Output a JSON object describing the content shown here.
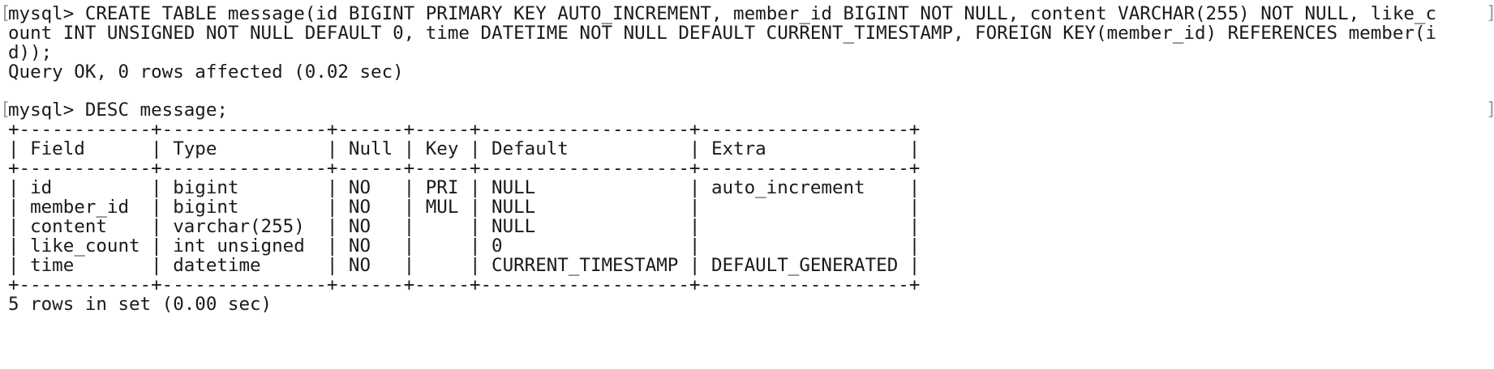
{
  "terminal": {
    "prompt": "mysql>",
    "create_cmd_line1": "CREATE TABLE message(id BIGINT PRIMARY KEY AUTO_INCREMENT, member_id BIGINT NOT NULL, content VARCHAR(255) NOT NULL, like_c",
    "create_cmd_line2": "ount INT UNSIGNED NOT NULL DEFAULT 0, time DATETIME NOT NULL DEFAULT CURRENT_TIMESTAMP, FOREIGN KEY(member_id) REFERENCES member(i",
    "create_cmd_line3": "d));",
    "create_result": "Query OK, 0 rows affected (0.02 sec)",
    "desc_cmd": "DESC message;",
    "desc_result": "5 rows in set (0.00 sec)"
  },
  "table": {
    "border": "+------------+---------------+------+-----+-------------------+-------------------+",
    "header_row": "| Field      | Type          | Null | Key | Default           | Extra             |",
    "rows": [
      "| id         | bigint        | NO   | PRI | NULL              | auto_increment    |",
      "| member_id  | bigint        | NO   | MUL | NULL              |                   |",
      "| content    | varchar(255)  | NO   |     | NULL              |                   |",
      "| like_count | int unsigned  | NO   |     | 0                 |                   |",
      "| time       | datetime      | NO   |     | CURRENT_TIMESTAMP | DEFAULT_GENERATED |"
    ]
  },
  "brackets": {
    "open": "[",
    "close": "]"
  }
}
